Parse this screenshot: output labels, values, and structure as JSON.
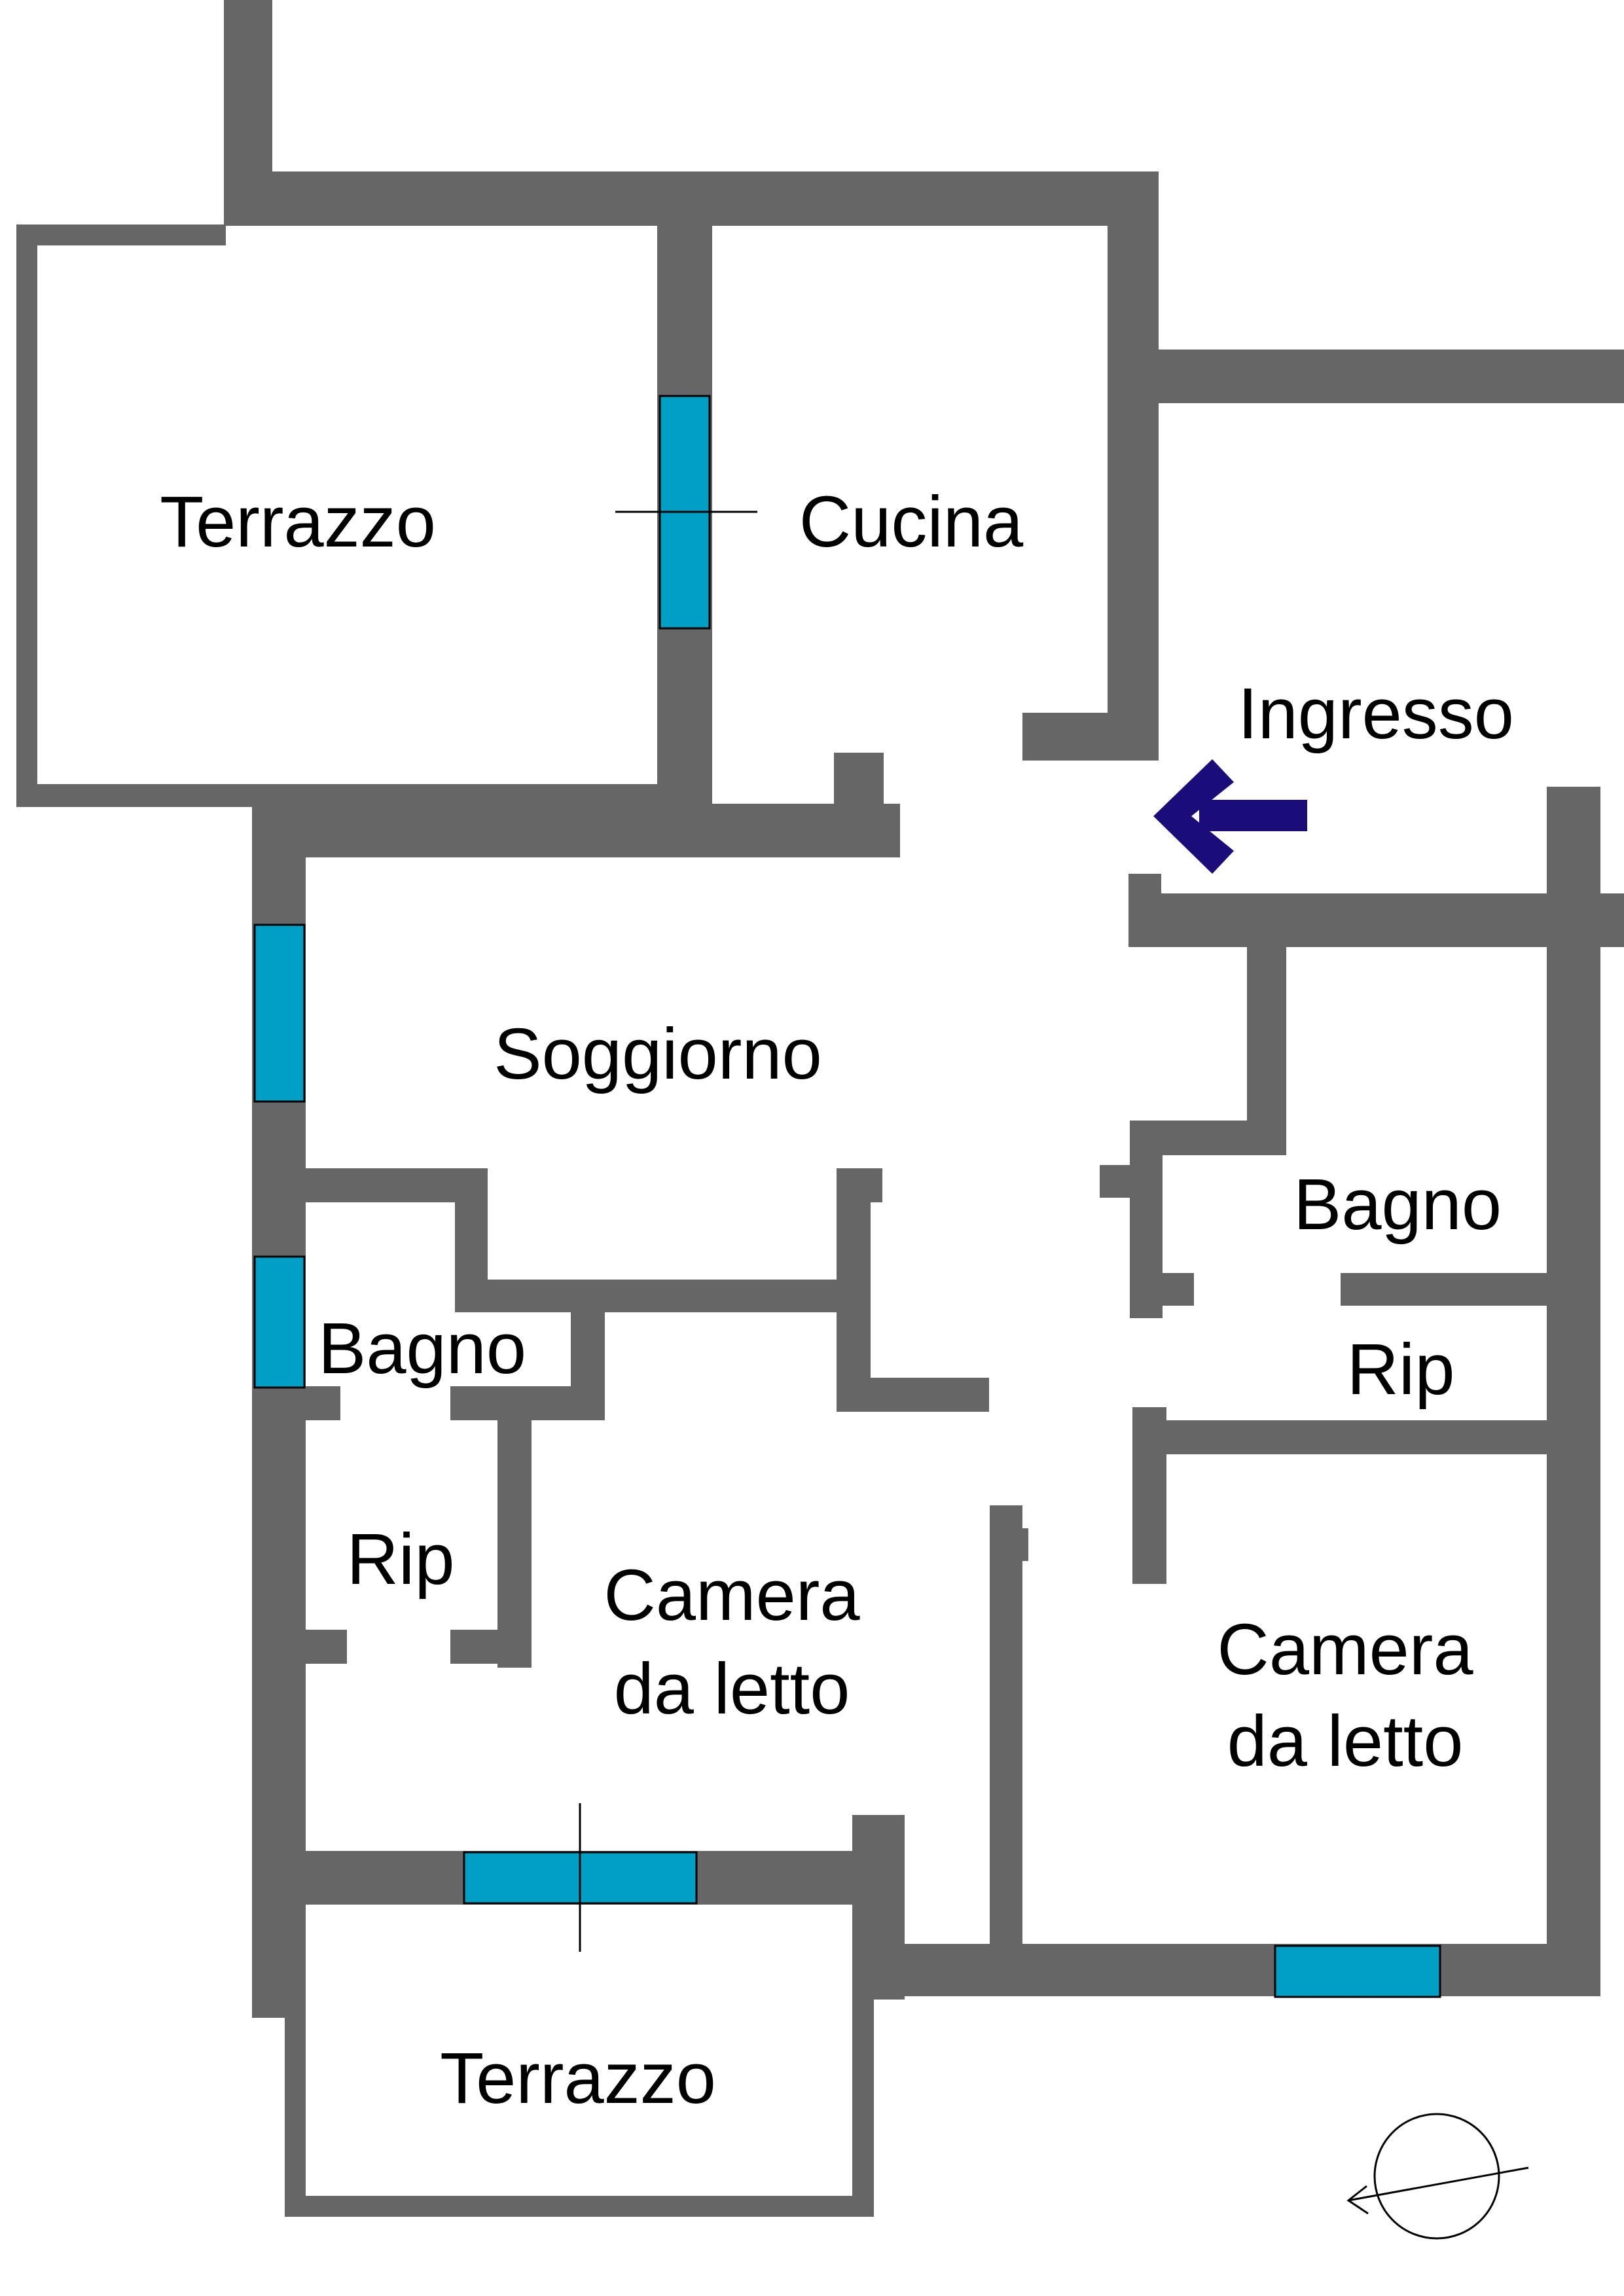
{
  "plan": {
    "rooms": {
      "terrazzo_top": "Terrazzo",
      "cucina": "Cucina",
      "ingresso": "Ingresso",
      "soggiorno": "Soggiorno",
      "bagno_right": "Bagno",
      "rip_right": "Rip",
      "bagno_left": "Bagno",
      "rip_left": "Rip",
      "camera_left_line1": "Camera",
      "camera_left_line2": "da letto",
      "camera_right_line1": "Camera",
      "camera_right_line2": "da letto",
      "terrazzo_bottom": "Terrazzo"
    },
    "colors": {
      "wall": "#666666",
      "window": "#00a0c6",
      "entry_arrow": "#1a0d7a"
    },
    "icons": {
      "entry": "entry-arrow-icon",
      "orientation": "compass-icon"
    }
  }
}
